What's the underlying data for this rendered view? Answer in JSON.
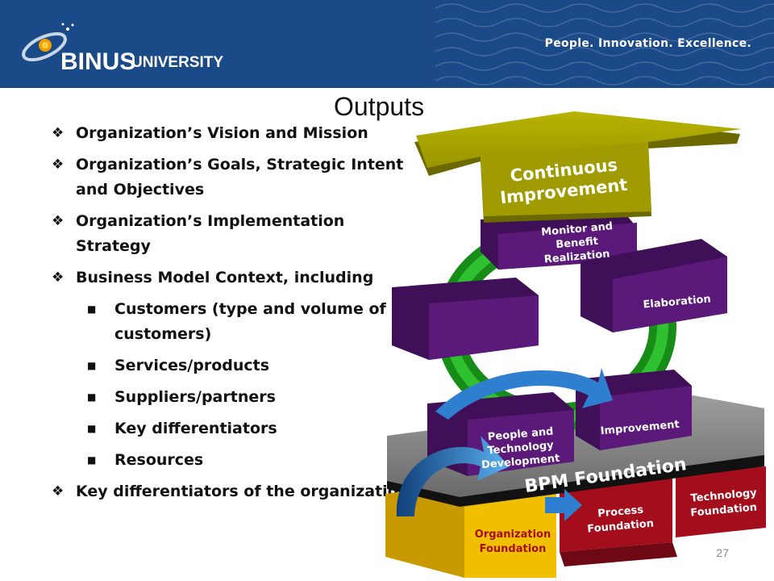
{
  "header": {
    "brand": "BINUS",
    "university": "UNIVERSITY",
    "tagline": "People. Innovation. Excellence."
  },
  "title": "Outputs",
  "bullets": [
    {
      "level": 1,
      "text": "Organization’s Vision and Mission"
    },
    {
      "level": 1,
      "text": "Organization’s Goals, Strategic Intent and Objectives"
    },
    {
      "level": 1,
      "text": "Organization’s Implementation Strategy"
    },
    {
      "level": 1,
      "text": "Business Model Context, including"
    },
    {
      "level": 2,
      "text": "Customers (type and volume of customers)"
    },
    {
      "level": 2,
      "text": "Services/products"
    },
    {
      "level": 2,
      "text": "Suppliers/partners"
    },
    {
      "level": 2,
      "text": "Key differentiators"
    },
    {
      "level": 2,
      "text": "Resources"
    },
    {
      "level": 1,
      "text": "Key differentiators of the organization"
    }
  ],
  "diagram": {
    "roof_line1": "Continuous",
    "roof_line2": "Improvement",
    "monitor_line1": "Monitor and",
    "monitor_line2": "Benefit",
    "monitor_line3": "Realization",
    "elaboration": "Elaboration",
    "improvement": "Improvement",
    "people_line1": "People and",
    "people_line2": "Technology",
    "people_line3": "Development",
    "bpm": "BPM Foundation",
    "org_line1": "Organization",
    "org_line2": "Foundation",
    "process_line1": "Process",
    "process_line2": "Foundation",
    "tech_line1": "Technology",
    "tech_line2": "Foundation"
  },
  "page_number": "27",
  "colors": {
    "header": "#1b4a88",
    "roof": "#a3a000",
    "purple": "#5b1a7a",
    "green": "#1f9e1f",
    "gray_platform": "#8a8a8a",
    "yellow": "#f0c000",
    "red": "#a40d1c",
    "blue_arrow": "#2f7fd0"
  }
}
